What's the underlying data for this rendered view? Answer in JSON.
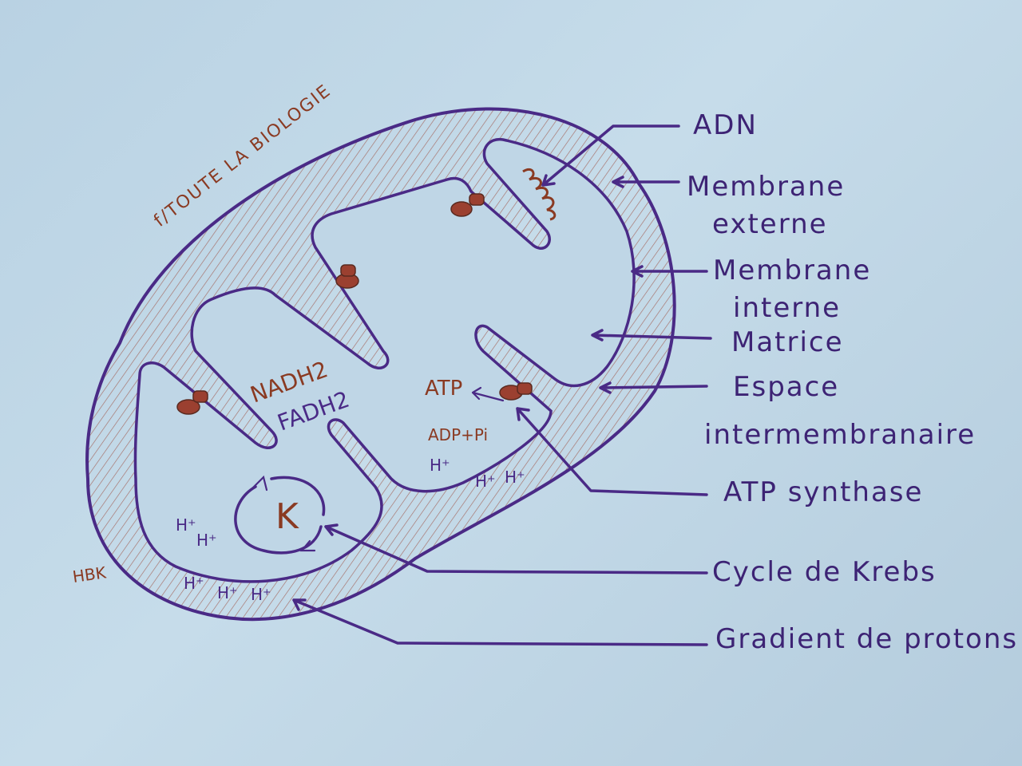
{
  "labels": {
    "adn": "ADN",
    "membrane_externe_1": "Membrane",
    "membrane_externe_2": "externe",
    "membrane_interne_1": "Membrane",
    "membrane_interne_2": "interne",
    "matrice": "Matrice",
    "espace_1": "Espace",
    "espace_2": "intermembranaire",
    "atp_synthase": "ATP synthase",
    "cycle_krebs": "Cycle de Krebs",
    "gradient": "Gradient de protons"
  },
  "inside": {
    "watermark": "f/TOUTE LA BIOLOGIE",
    "nadh": "NADH2",
    "fadh": "FADH2",
    "atp": "ATP",
    "adp": "ADP+Pi",
    "krebs_k": "K",
    "h_plus": "H⁺",
    "signature": "HBK"
  },
  "colors": {
    "ink": "#4a2a86",
    "brown": "#8a3a22",
    "paper": "#bfd6e6"
  }
}
